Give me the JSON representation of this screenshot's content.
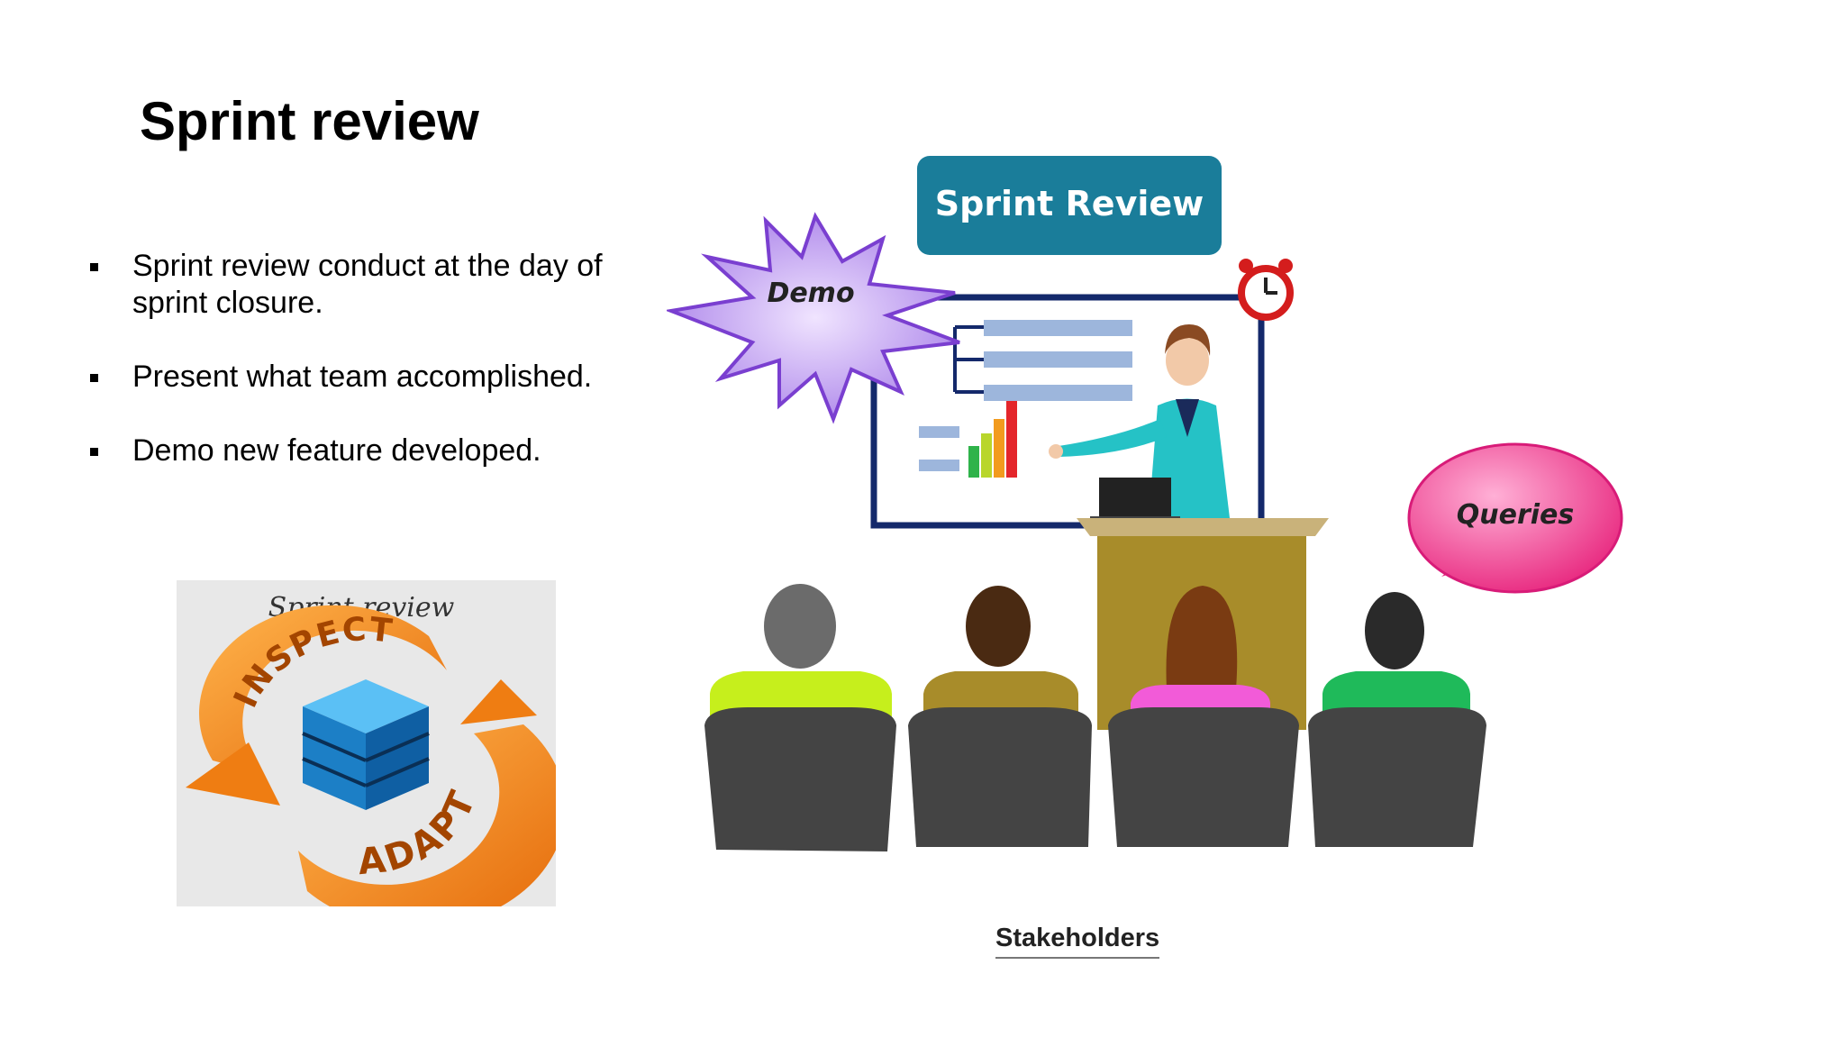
{
  "slide": {
    "title": "Sprint review",
    "bullets": [
      {
        "text": "Sprint review conduct at the day of sprint closure."
      },
      {
        "text": "Present what team accomplished."
      },
      {
        "text": "Demo new feature developed."
      }
    ]
  },
  "cycle_image": {
    "caption": "Sprint review",
    "top_word": "INSPECT",
    "bottom_word": "ADAPT"
  },
  "illustration": {
    "banner": "Sprint Review",
    "demo_burst": "Demo",
    "queries_bubble": "Queries",
    "audience_label": "Stakeholders"
  },
  "colors": {
    "banner": "#1a7d9a",
    "demo_burst": "#c9a7f0",
    "queries_bubble": "#f05aa8",
    "podium": "#a88c2a",
    "arrow_orange": "#f08a1e",
    "cube_blue": "#1e8fd8"
  }
}
